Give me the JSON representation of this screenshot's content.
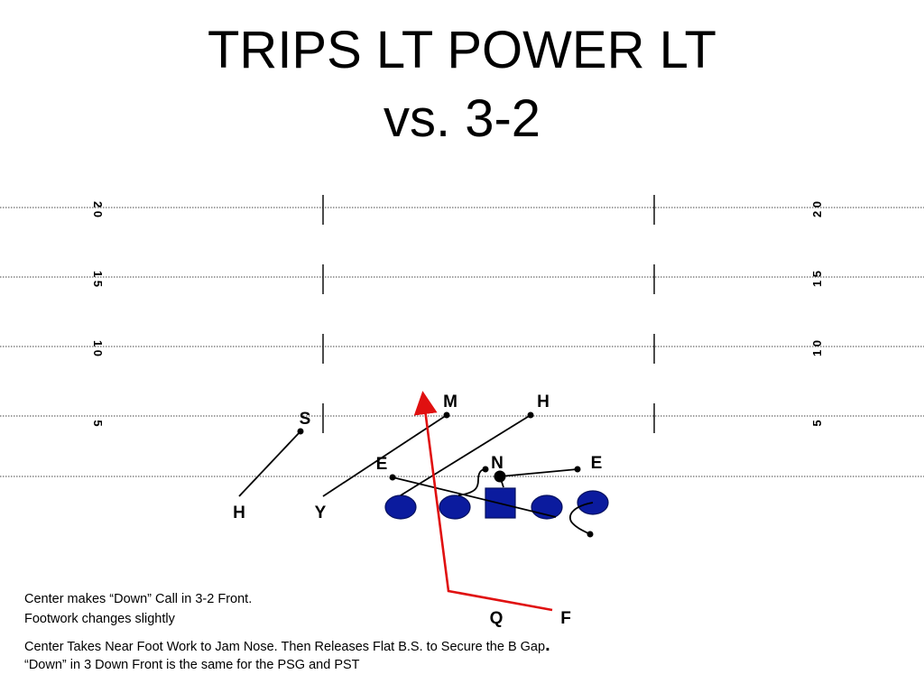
{
  "title": {
    "line1": "TRIPS LT POWER LT",
    "line2": "vs. 3-2"
  },
  "yard_markers": {
    "left": [
      "2 0",
      "1 5",
      "1 0",
      "5"
    ],
    "right": [
      "2 0",
      "1 5",
      "1 0",
      "5"
    ]
  },
  "players": {
    "defense": {
      "S": "S",
      "M": "M",
      "H": "H",
      "E_left": "E",
      "N": "N",
      "E_right": "E"
    },
    "offense": {
      "H": "H",
      "Y": "Y",
      "Q": "Q",
      "F": "F"
    }
  },
  "notes": {
    "line1": "Center makes “Down” Call in 3-2 Front.",
    "line2": "Footwork changes slightly",
    "line3": "Center Takes Near Foot Work to Jam Nose. Then Releases Flat B.S. to Secure the B Gap",
    "line3_end": ".",
    "line4": "“Down” in 3 Down Front is the same for the PSG and PST"
  },
  "colors": {
    "lineman": "#0b1b9e",
    "lineman_stroke": "#05105e",
    "ball_carrier_path": "#e01010",
    "assignment_line": "#000000"
  }
}
